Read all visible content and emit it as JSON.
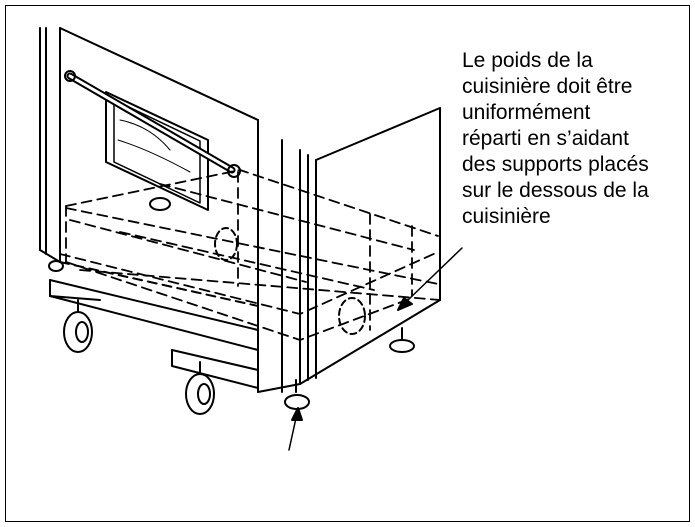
{
  "caption": {
    "lines": [
      "Le poids de la",
      "cuisinière doit être",
      "uniformément",
      "réparti en s’aidant",
      "des supports placés",
      "sur le dessous de la",
      "cuisinière"
    ]
  },
  "colors": {
    "ink": "#000000",
    "background": "#ffffff"
  }
}
